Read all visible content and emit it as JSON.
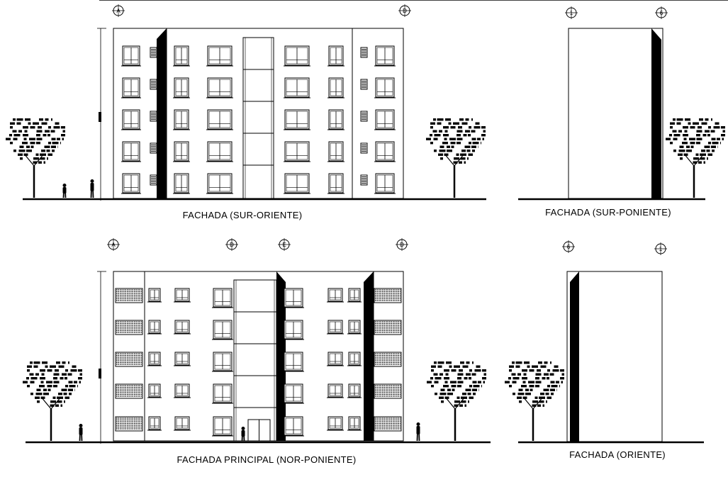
{
  "drawing": {
    "elevations": [
      {
        "id": "sur-oriente",
        "title": "FACHADA  (SUR-ORIENTE)",
        "grid_labels": [
          "A",
          "D"
        ]
      },
      {
        "id": "sur-poniente",
        "title": "FACHADA (SUR-PONIENTE)",
        "grid_labels": [
          "1",
          "6"
        ]
      },
      {
        "id": "nor-poniente",
        "title": "FACHADA PRINCIPAL  (NOR-PONIENTE)",
        "grid_labels": [
          "A",
          "D",
          "E",
          "D"
        ]
      },
      {
        "id": "oriente",
        "title": "FACHADA (ORIENTE)",
        "grid_labels": [
          "6",
          "1"
        ]
      }
    ],
    "colors": {
      "line": "#000000",
      "background": "#ffffff"
    }
  }
}
